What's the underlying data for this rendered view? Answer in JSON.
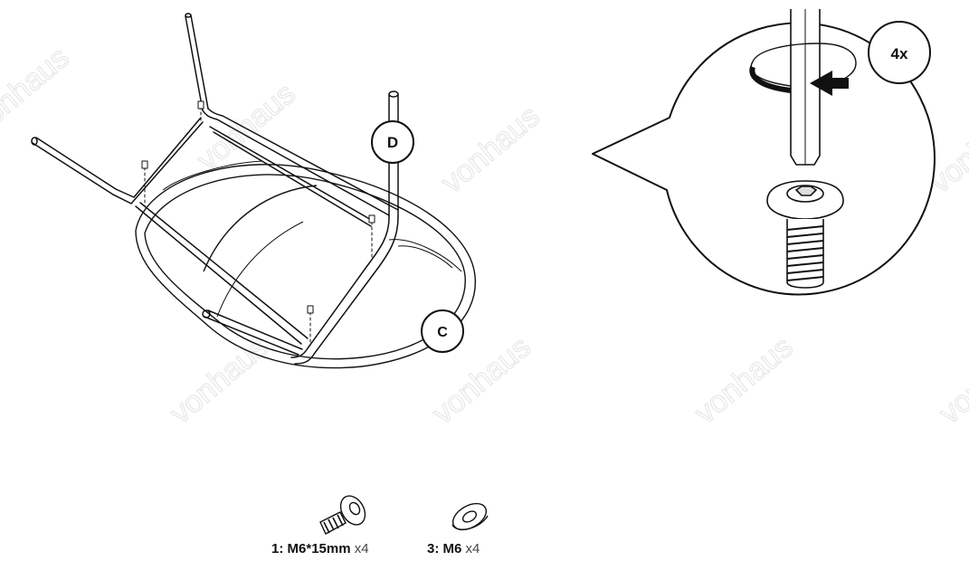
{
  "watermark": {
    "text": "vonhaus"
  },
  "callouts": {
    "part_d": "D",
    "part_c": "C",
    "multiplier": "4x"
  },
  "parts": [
    {
      "id": "1",
      "sep": ": ",
      "spec": "M6*15mm",
      "qty": "x4"
    },
    {
      "id": "3",
      "sep": ": ",
      "spec": "M6",
      "qty": "x4"
    }
  ],
  "colors": {
    "line": "#111111",
    "rotation_arrow": "#111111",
    "watermark": "#e8e8e8"
  }
}
